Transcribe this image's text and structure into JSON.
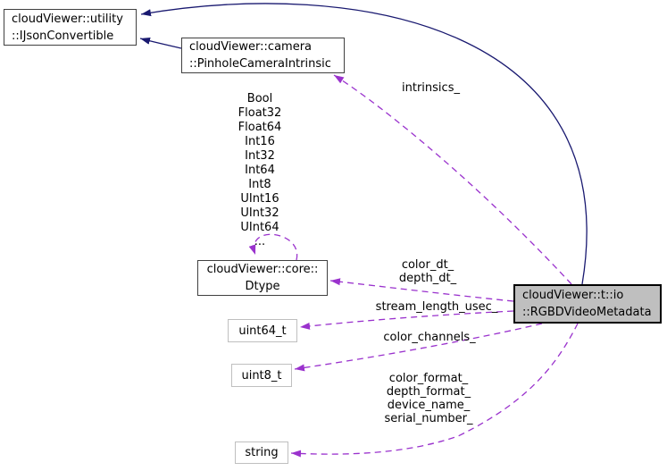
{
  "diagram": {
    "kind": "doxygen-collaboration-graph",
    "colors": {
      "inheritance": "#191970",
      "usage": "#9a32cd",
      "highlight_fill": "#bfbfbf",
      "node_border": "#404040",
      "external_node_border": "#bfbfbf",
      "background": "#ffffff",
      "text": "#000000"
    },
    "nodes": {
      "ijson_convertible": {
        "label": "cloudViewer::utility\n::IJsonConvertible"
      },
      "pinhole_camera_intrinsic": {
        "label": "cloudViewer::camera\n::PinholeCameraIntrinsic"
      },
      "dtype": {
        "label": "cloudViewer::core::\nDtype"
      },
      "uint64_t": {
        "label": "uint64_t"
      },
      "uint8_t": {
        "label": "uint8_t"
      },
      "string": {
        "label": "string"
      },
      "rgbd_video_metadata": {
        "label": "cloudViewer::t::io\n::RGBDVideoMetadata"
      }
    },
    "edge_labels": {
      "intrinsics": "intrinsics_",
      "dtype_members": "Bool\nFloat32\nFloat64\nInt16\nInt32\nInt64\nInt8\nUInt16\nUInt32\nUInt64\n...",
      "dt_fields": "color_dt_\ndepth_dt_",
      "stream_length": "stream_length_usec_",
      "color_channels": "color_channels_",
      "string_fields": "color_format_\ndepth_format_\ndevice_name_\nserial_number_"
    }
  }
}
